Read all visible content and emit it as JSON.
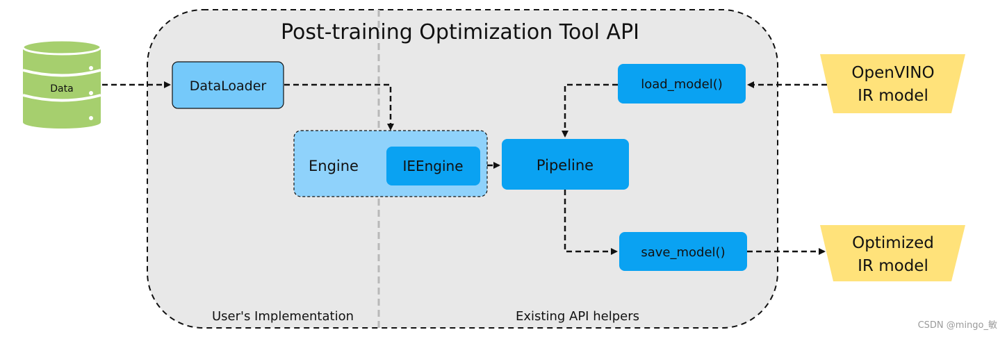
{
  "title": "Post-training Optimization Tool API",
  "regions": {
    "left_label": "User's Implementation",
    "right_label": "Existing API helpers"
  },
  "nodes": {
    "data": "Data",
    "dataloader": "DataLoader",
    "engine": "Engine",
    "ieengine": "IEEngine",
    "pipeline": "Pipeline",
    "load_model": "load_model()",
    "save_model": "save_model()",
    "input_model_line1": "OpenVINO",
    "input_model_line2": "IR model",
    "output_model_line1": "Optimized",
    "output_model_line2": "IR model"
  },
  "watermark": "CSDN @mingo_敏",
  "colors": {
    "container_fill": "#e8e8e8",
    "light_blue": "#75c9fa",
    "medium_blue": "#0aa2f2",
    "engine_fill": "#8fd2fb",
    "database_green": "#a6cf6e",
    "model_yellow": "#ffe27a",
    "divider_gray": "#b8b8b8"
  }
}
